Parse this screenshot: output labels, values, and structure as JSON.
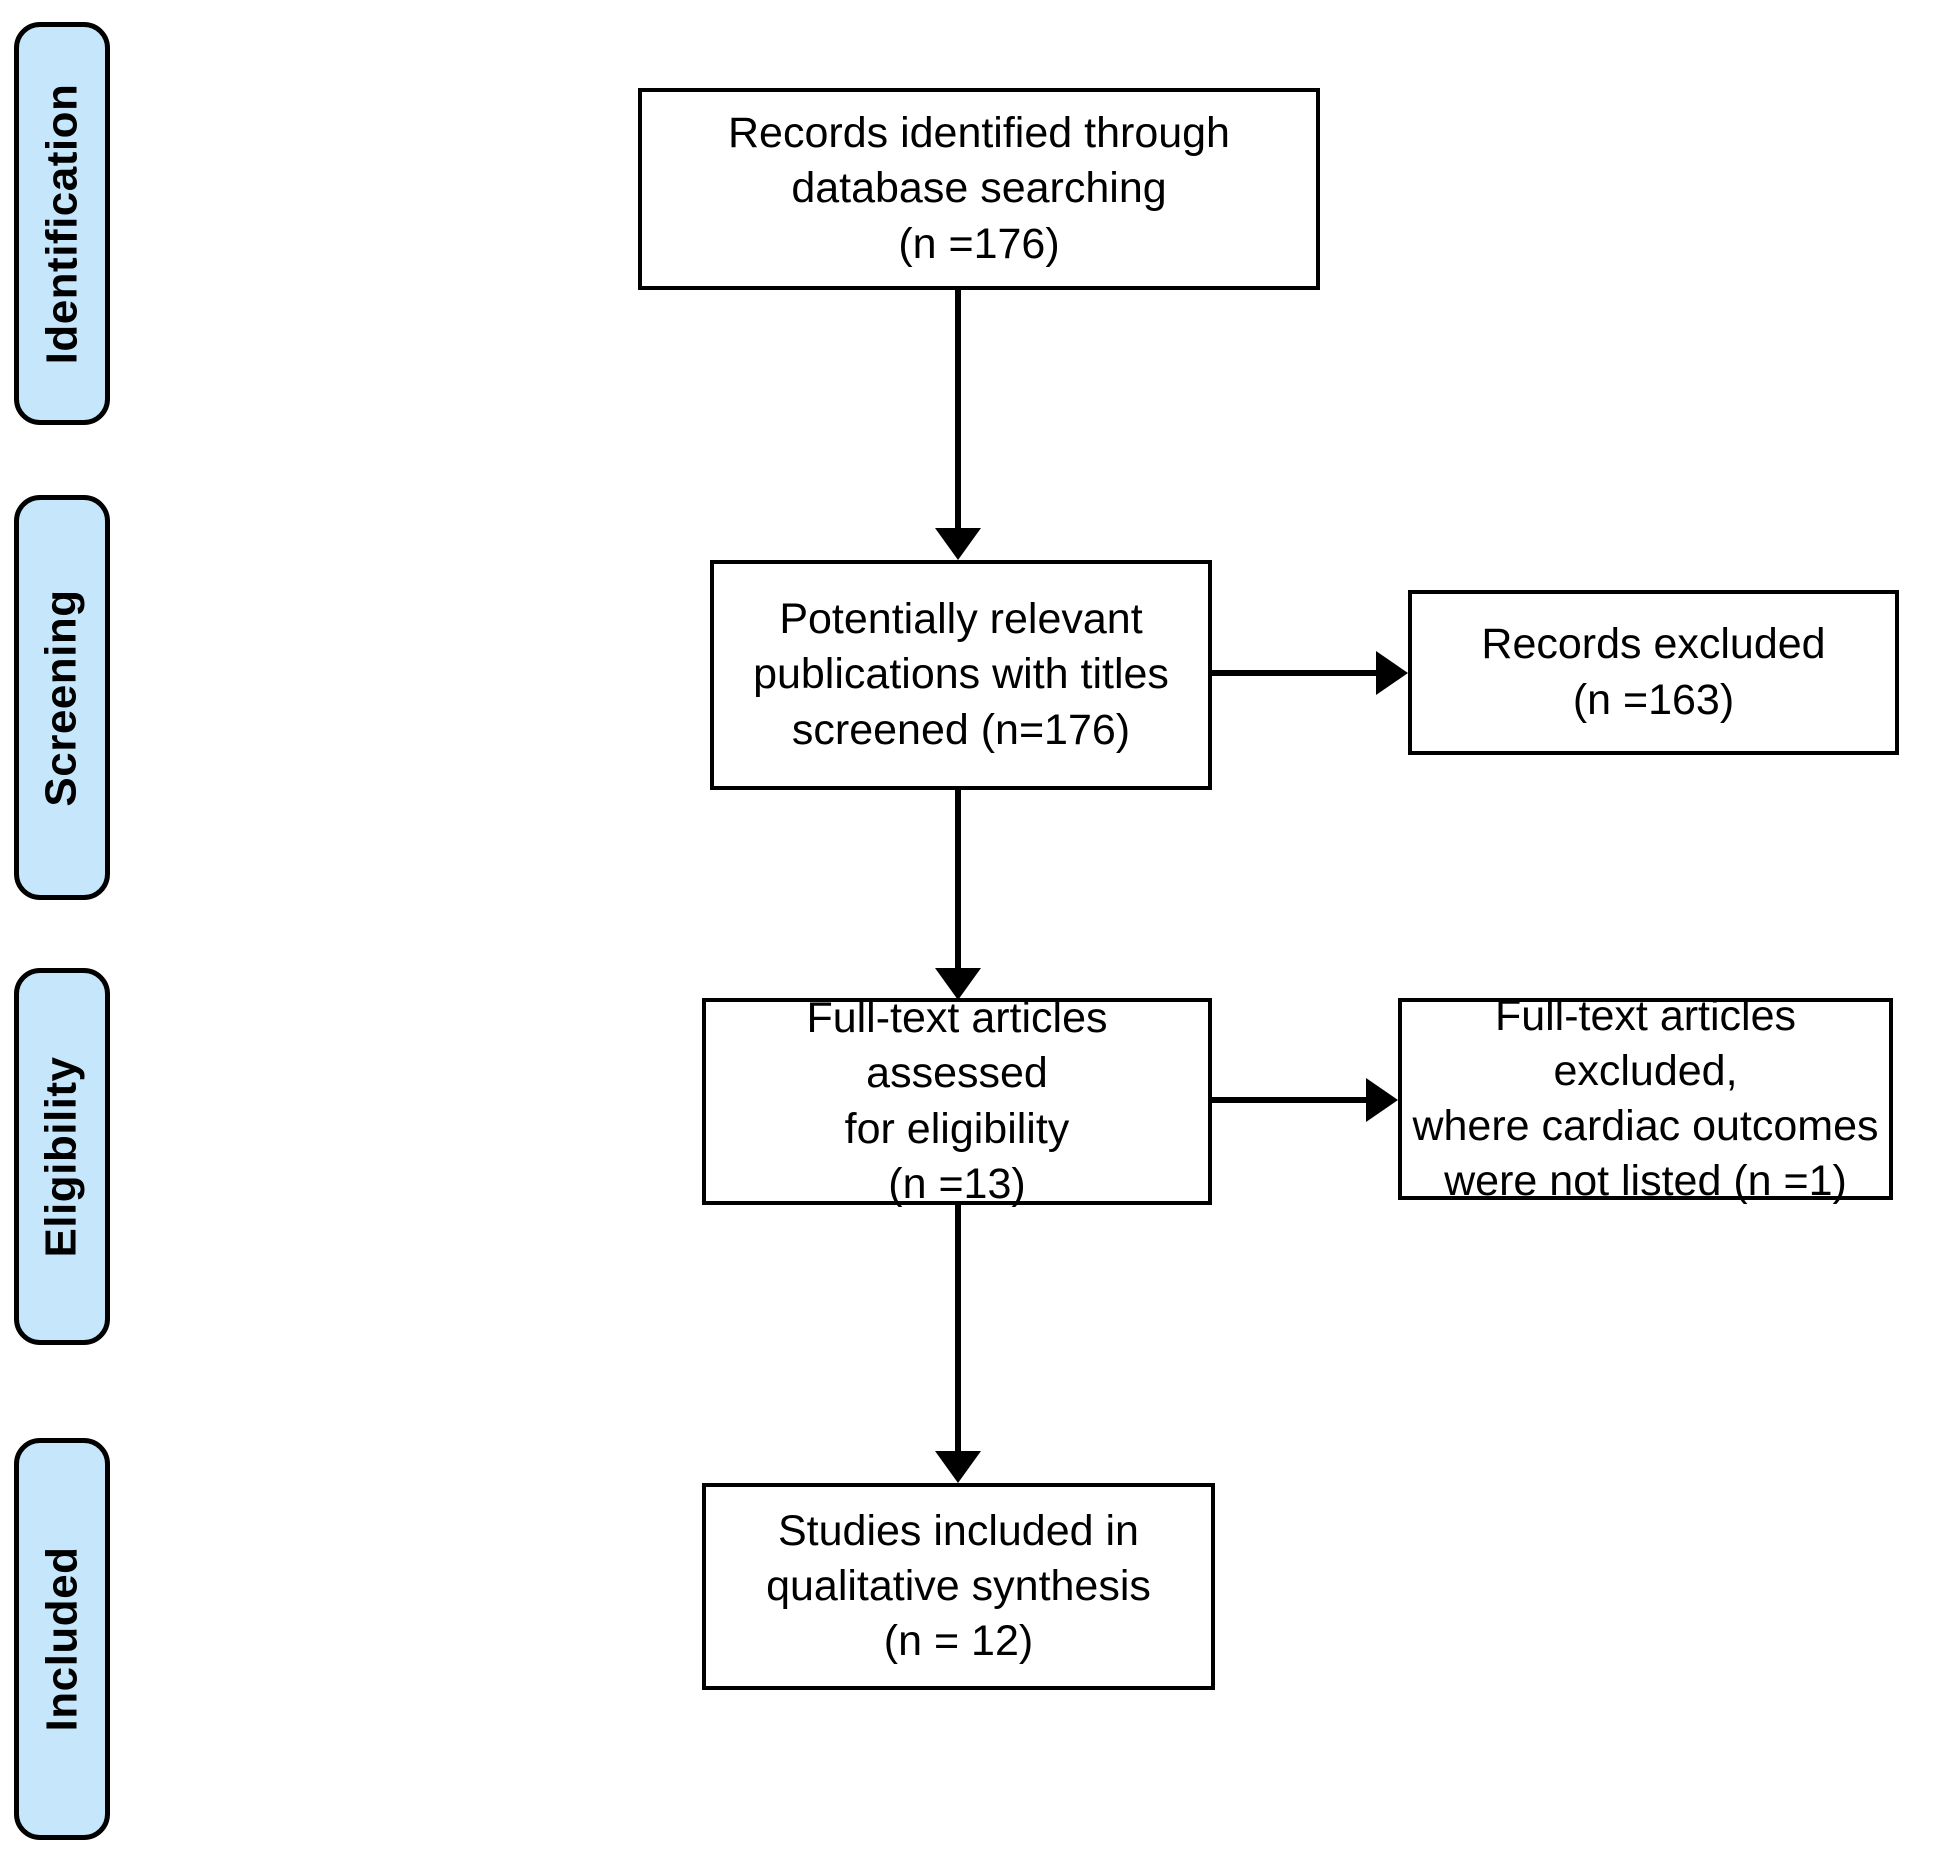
{
  "diagram": {
    "title": "PRISMA study selection flow diagram",
    "accent_color": "#c5e6fb",
    "border_color": "#000000",
    "background_color": "#ffffff"
  },
  "stages": [
    {
      "id": "identification",
      "label": "Identification"
    },
    {
      "id": "screening",
      "label": "Screening"
    },
    {
      "id": "eligibility",
      "label": "Eligibility"
    },
    {
      "id": "included",
      "label": "Included"
    }
  ],
  "boxes": {
    "records_identified": {
      "text": "Records identified through\ndatabase searching\n(n =176)",
      "count": 176
    },
    "titles_screened": {
      "text": "Potentially relevant\npublications with titles\nscreened (n=176)",
      "count": 176
    },
    "records_excluded": {
      "text": "Records excluded\n(n =163)",
      "count": 163
    },
    "fulltext_assessed": {
      "text": "Full-text articles assessed\nfor eligibility\n(n =13)",
      "count": 13
    },
    "fulltext_excluded": {
      "text": "Full-text articles excluded,\nwhere cardiac outcomes\nwere not listed (n =1)",
      "count": 1
    },
    "studies_included": {
      "text": "Studies included in\nqualitative synthesis\n(n = 12)",
      "count": 12
    }
  },
  "chart_data": {
    "type": "diagram",
    "title": "PRISMA flow diagram",
    "nodes": [
      {
        "id": "records_identified",
        "stage": "Identification",
        "label": "Records identified through database searching",
        "n": 176
      },
      {
        "id": "titles_screened",
        "stage": "Screening",
        "label": "Potentially relevant publications with titles screened",
        "n": 176
      },
      {
        "id": "records_excluded",
        "stage": "Screening",
        "label": "Records excluded",
        "n": 163
      },
      {
        "id": "fulltext_assessed",
        "stage": "Eligibility",
        "label": "Full-text articles assessed for eligibility",
        "n": 13
      },
      {
        "id": "fulltext_excluded",
        "stage": "Eligibility",
        "label": "Full-text articles excluded, where cardiac outcomes were not listed",
        "n": 1
      },
      {
        "id": "studies_included",
        "stage": "Included",
        "label": "Studies included in qualitative synthesis",
        "n": 12
      }
    ],
    "edges": [
      {
        "from": "records_identified",
        "to": "titles_screened",
        "direction": "down"
      },
      {
        "from": "titles_screened",
        "to": "records_excluded",
        "direction": "right"
      },
      {
        "from": "titles_screened",
        "to": "fulltext_assessed",
        "direction": "down"
      },
      {
        "from": "fulltext_assessed",
        "to": "fulltext_excluded",
        "direction": "right"
      },
      {
        "from": "fulltext_assessed",
        "to": "studies_included",
        "direction": "down"
      }
    ]
  }
}
